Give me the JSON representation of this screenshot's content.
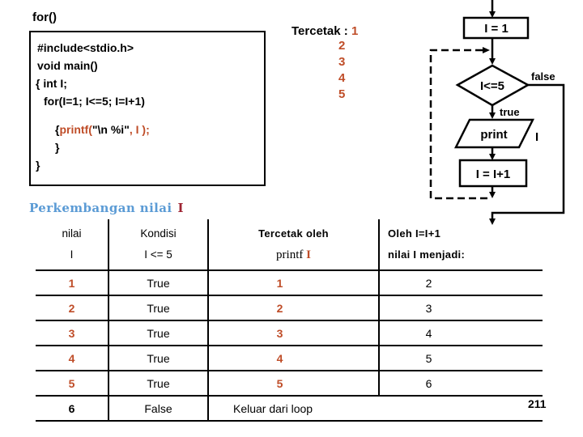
{
  "slide": {
    "heading_label": "for()",
    "page_number": "211"
  },
  "code_box": {
    "line_include": "#include<stdio.h>",
    "line_main": "void main()",
    "line_int": "{ int I;",
    "line_for": "for(I=1; I<=5; I=I+1)",
    "printf_open_brace": "{",
    "printf_call": "printf(",
    "printf_format": "\"\\n %i\"",
    "printf_args": ", I );",
    "printf_close_brace": "}",
    "main_close_brace": "}"
  },
  "output_panel": {
    "label": "Tercetak : ",
    "first_value": "1",
    "values": [
      "2",
      "3",
      "4",
      "5"
    ]
  },
  "flowchart": {
    "init_label": "I = 1",
    "condition_label": "I<=5",
    "false_label": "false",
    "true_label": "true",
    "print_label": "print",
    "print_variable": "I",
    "increment_label": "I = I+1"
  },
  "section": {
    "title": "Perkembangan nilai",
    "variable": "I"
  },
  "table": {
    "headers": [
      {
        "line1": "nilai",
        "line2": "I"
      },
      {
        "line1": "Kondisi",
        "line2": "I <= 5"
      },
      {
        "line1": "Tercetak oleh",
        "line2_printf": "printf ",
        "line2_var": "I"
      },
      {
        "line1": "Oleh  I=I+1",
        "line2": "nilai  I  menjadi:"
      }
    ],
    "rows": [
      {
        "i": "1",
        "cond": "True",
        "printed": "1",
        "next": "2"
      },
      {
        "i": "2",
        "cond": "True",
        "printed": "2",
        "next": "3"
      },
      {
        "i": "3",
        "cond": "True",
        "printed": "3",
        "next": "4"
      },
      {
        "i": "4",
        "cond": "True",
        "printed": "4",
        "next": "5"
      },
      {
        "i": "5",
        "cond": "True",
        "printed": "5",
        "next": "6"
      },
      {
        "i": "6",
        "cond": "False",
        "printed": "Keluar dari loop",
        "next": ""
      }
    ]
  },
  "colors": {
    "accent_orange": "#BF4D28",
    "accent_blue": "#5B9BD5",
    "accent_darkred": "#9E2432"
  }
}
